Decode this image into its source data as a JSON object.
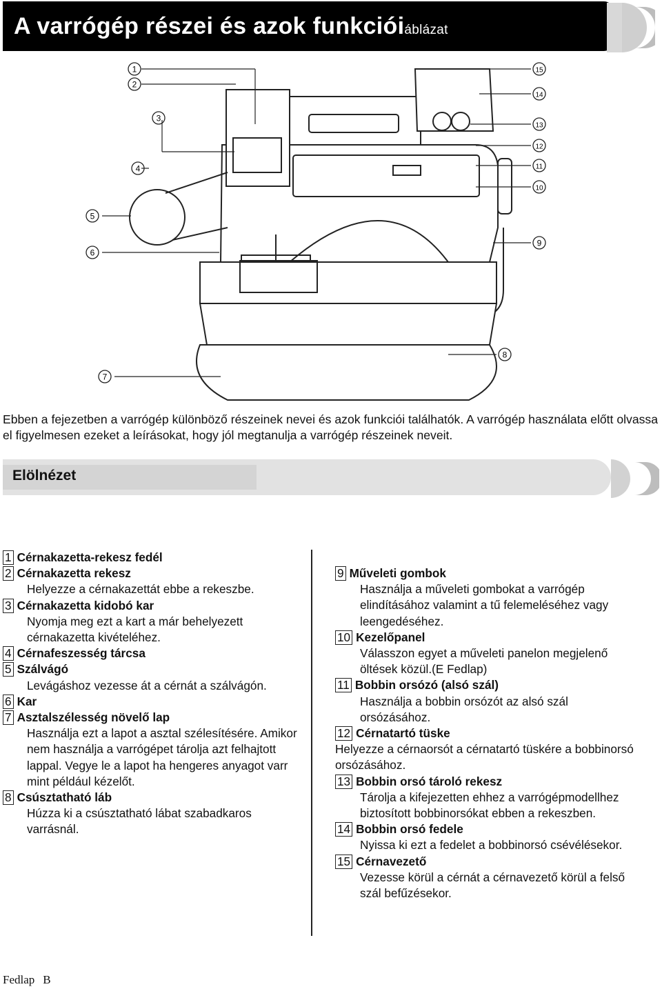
{
  "title": {
    "main": "A varrógép részei és azok funkciói",
    "suffix": "áblázat"
  },
  "intro": "Ebben a fejezetben a varrógép különböző részeinek nevei és azok funkciói találhatók. A varrógép használata előtt olvassa el figyelmesen ezeket a leírásokat, hogy jól megtanulja a varrógép részeinek neveit.",
  "section": {
    "label": "Elölnézet"
  },
  "parts_left": [
    {
      "num": "1",
      "name": "Cérnakazetta-rekesz fedél",
      "desc": ""
    },
    {
      "num": "2",
      "name": "Cérnakazetta rekesz",
      "desc": "Helyezze a cérnakazettát ebbe a rekeszbe."
    },
    {
      "num": "3",
      "name": "Cérnakazetta kidobó kar",
      "desc": "Nyomja meg ezt a kart a már behelyezett cérnakazetta kivételéhez."
    },
    {
      "num": "4",
      "name": "Cérnafeszesség tárcsa",
      "desc": ""
    },
    {
      "num": "5",
      "name": "Szálvágó",
      "desc": "Levágáshoz vezesse át a cérnát a szálvágón."
    },
    {
      "num": "6",
      "name": "Kar",
      "desc": ""
    },
    {
      "num": "7",
      "name": "Asztalszélesség növelő lap",
      "desc": "Használja ezt a lapot a asztal szélesítésére. Amikor nem használja a varrógépet tárolja azt felhajtott lappal. Vegye le a lapot ha hengeres anyagot varr mint például kézelőt."
    },
    {
      "num": "8",
      "name": "Csúsztatható láb",
      "desc": "Húzza ki a csúsztatható lábat szabadkaros varrásnál."
    }
  ],
  "parts_right": [
    {
      "num": "9",
      "name": "Műveleti gombok",
      "desc": "Használja a műveleti gombokat a varrógép elindításához valamint a tű felemeléséhez vagy leengedéséhez."
    },
    {
      "num": "10",
      "name": "Kezelőpanel",
      "desc": "Válasszon egyet a műveleti panelon megjelenő öltések közül.(E Fedlap)"
    },
    {
      "num": "11",
      "name": "Bobbin orsózó (alsó szál)",
      "desc": "Használja a bobbin orsózót az alsó szál orsózásához."
    },
    {
      "num": "12",
      "name": "Cérnatartó tüske",
      "desc": "Helyezze a cérnaorsót a cérnatartó tüskére a bobbinorsó orsózásához."
    },
    {
      "num": "13",
      "name": "Bobbin orsó tároló rekesz",
      "desc": "Tárolja a kifejezetten ehhez a varrógépmodellhez biztosított bobbinorsókat ebben a rekeszben."
    },
    {
      "num": "14",
      "name": "Bobbin orsó fedele",
      "desc": "Nyissa ki ezt a fedelet a bobbinorsó csévélésekor."
    },
    {
      "num": "15",
      "name": "Cérnavezető",
      "desc": "Vezesse körül a cérnát a cérnavezető körül a felső szál befűzésekor."
    }
  ],
  "callouts": [
    "1",
    "2",
    "3",
    "4",
    "5",
    "6",
    "7",
    "8",
    "9",
    "10",
    "11",
    "12",
    "13",
    "14",
    "15"
  ],
  "footer": {
    "label": "Fedlap",
    "page": "B"
  }
}
